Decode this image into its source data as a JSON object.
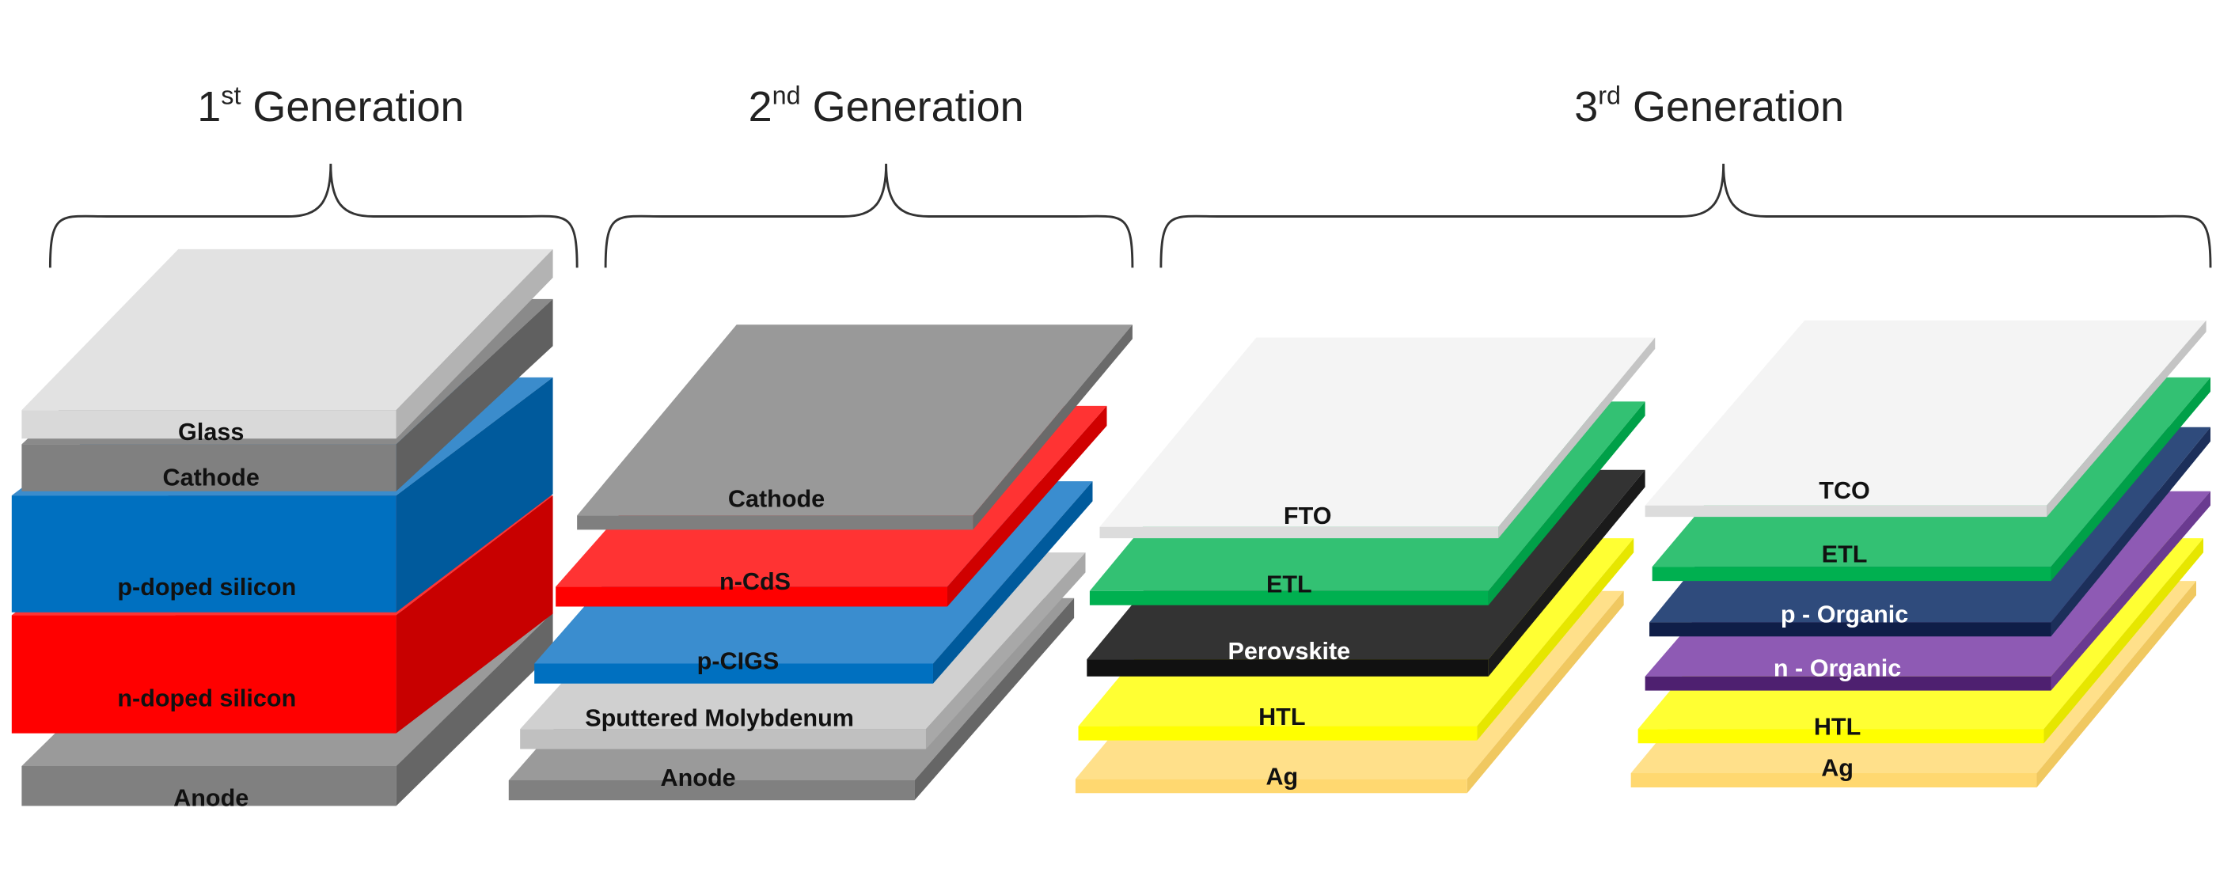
{
  "generations": [
    {
      "number": "1",
      "suffix": "st",
      "label": " Generation"
    },
    {
      "number": "2",
      "suffix": "nd",
      "label": " Generation"
    },
    {
      "number": "3",
      "suffix": "rd",
      "label": " Generation"
    }
  ],
  "stacks": [
    {
      "name": "first-generation-silicon",
      "layers": [
        {
          "label": "Glass",
          "top": "#e2e2e2",
          "front": "#d9d9d9",
          "side": "#b3b3b3",
          "text": "#111111"
        },
        {
          "label": "Cathode",
          "top": "#8a8a8a",
          "front": "#808080",
          "side": "#606060",
          "text": "#111111"
        },
        {
          "label": "p-doped silicon",
          "top": "#3b8ccc",
          "front": "#0070c0",
          "side": "#005a9c",
          "text": "#111111"
        },
        {
          "label": "n-doped silicon",
          "top": "#ff3333",
          "front": "#ff0000",
          "side": "#c80000",
          "text": "#111111"
        },
        {
          "label": "Anode",
          "top": "#9a9a9a",
          "front": "#808080",
          "side": "#666666",
          "text": "#111111"
        }
      ]
    },
    {
      "name": "second-generation-cigs",
      "layers": [
        {
          "label": "Cathode",
          "top": "#999999",
          "front": "#7f7f7f",
          "side": "#6a6a6a",
          "text": "#111111"
        },
        {
          "label": "n-CdS",
          "top": "#ff3333",
          "front": "#ff0000",
          "side": "#d00000",
          "text": "#111111"
        },
        {
          "label": "p-CIGS",
          "top": "#3a8dcf",
          "front": "#0070c0",
          "side": "#005a9c",
          "text": "#111111"
        },
        {
          "label": "Sputtered Molybdenum",
          "top": "#d0d0d0",
          "front": "#c0c0c0",
          "side": "#a8a8a8",
          "text": "#111111"
        },
        {
          "label": "Anode",
          "top": "#9a9a9a",
          "front": "#808080",
          "side": "#666666",
          "text": "#111111"
        }
      ]
    },
    {
      "name": "third-generation-perovskite",
      "layers": [
        {
          "label": "FTO",
          "top": "#f4f4f4",
          "front": "#dcdcdc",
          "side": "#c4c4c4",
          "text": "#111111"
        },
        {
          "label": "ETL",
          "top": "#33c173",
          "front": "#00b050",
          "side": "#00a048",
          "text": "#111111"
        },
        {
          "label": "Perovskite",
          "top": "#333333",
          "front": "#111111",
          "side": "#1a1a1a",
          "text": "#ffffff"
        },
        {
          "label": "HTL",
          "top": "#ffff33",
          "front": "#ffff00",
          "side": "#e6e600",
          "text": "#111111"
        },
        {
          "label": "Ag",
          "top": "#ffe08a",
          "front": "#ffd870",
          "side": "#f0c860",
          "text": "#111111"
        }
      ]
    },
    {
      "name": "third-generation-organic",
      "layers": [
        {
          "label": "TCO",
          "top": "#f4f4f4",
          "front": "#dcdcdc",
          "side": "#c4c4c4",
          "text": "#111111"
        },
        {
          "label": "ETL",
          "top": "#33c173",
          "front": "#00b050",
          "side": "#00a048",
          "text": "#111111"
        },
        {
          "label": "p - Organic",
          "top": "#2f4b7c",
          "front": "#0f1e48",
          "side": "#1c2f5a",
          "text": "#ffffff"
        },
        {
          "label": "n - Organic",
          "top": "#8e5ab4",
          "front": "#4e2070",
          "side": "#6a3a90",
          "text": "#ffffff"
        },
        {
          "label": "HTL",
          "top": "#ffff33",
          "front": "#ffff00",
          "side": "#e6e600",
          "text": "#111111"
        },
        {
          "label": "Ag",
          "top": "#ffe08a",
          "front": "#ffd870",
          "side": "#f0c860",
          "text": "#111111"
        }
      ]
    }
  ]
}
